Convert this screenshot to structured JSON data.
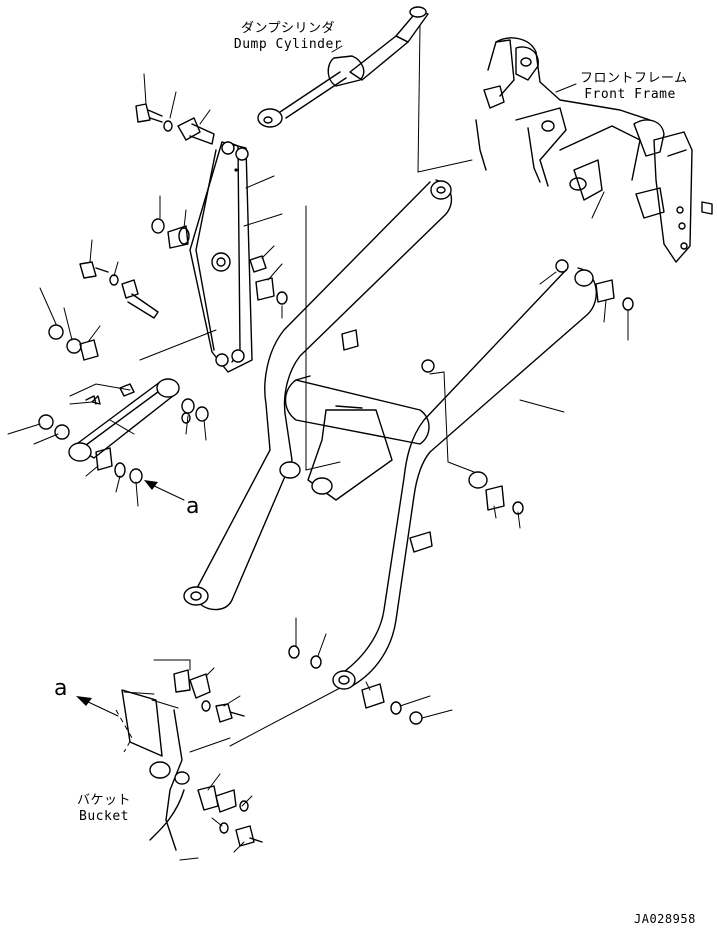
{
  "labels": {
    "dump_cylinder_jp": "ダンプシリンダ",
    "dump_cylinder_en": "Dump Cylinder",
    "front_frame_jp": "フロントフレーム",
    "front_frame_en": "Front Frame",
    "bucket_jp": "バケット",
    "bucket_en": "Bucket",
    "view_marker_upper": "a",
    "view_marker_lower": "a",
    "drawing_number": "JA028958"
  }
}
